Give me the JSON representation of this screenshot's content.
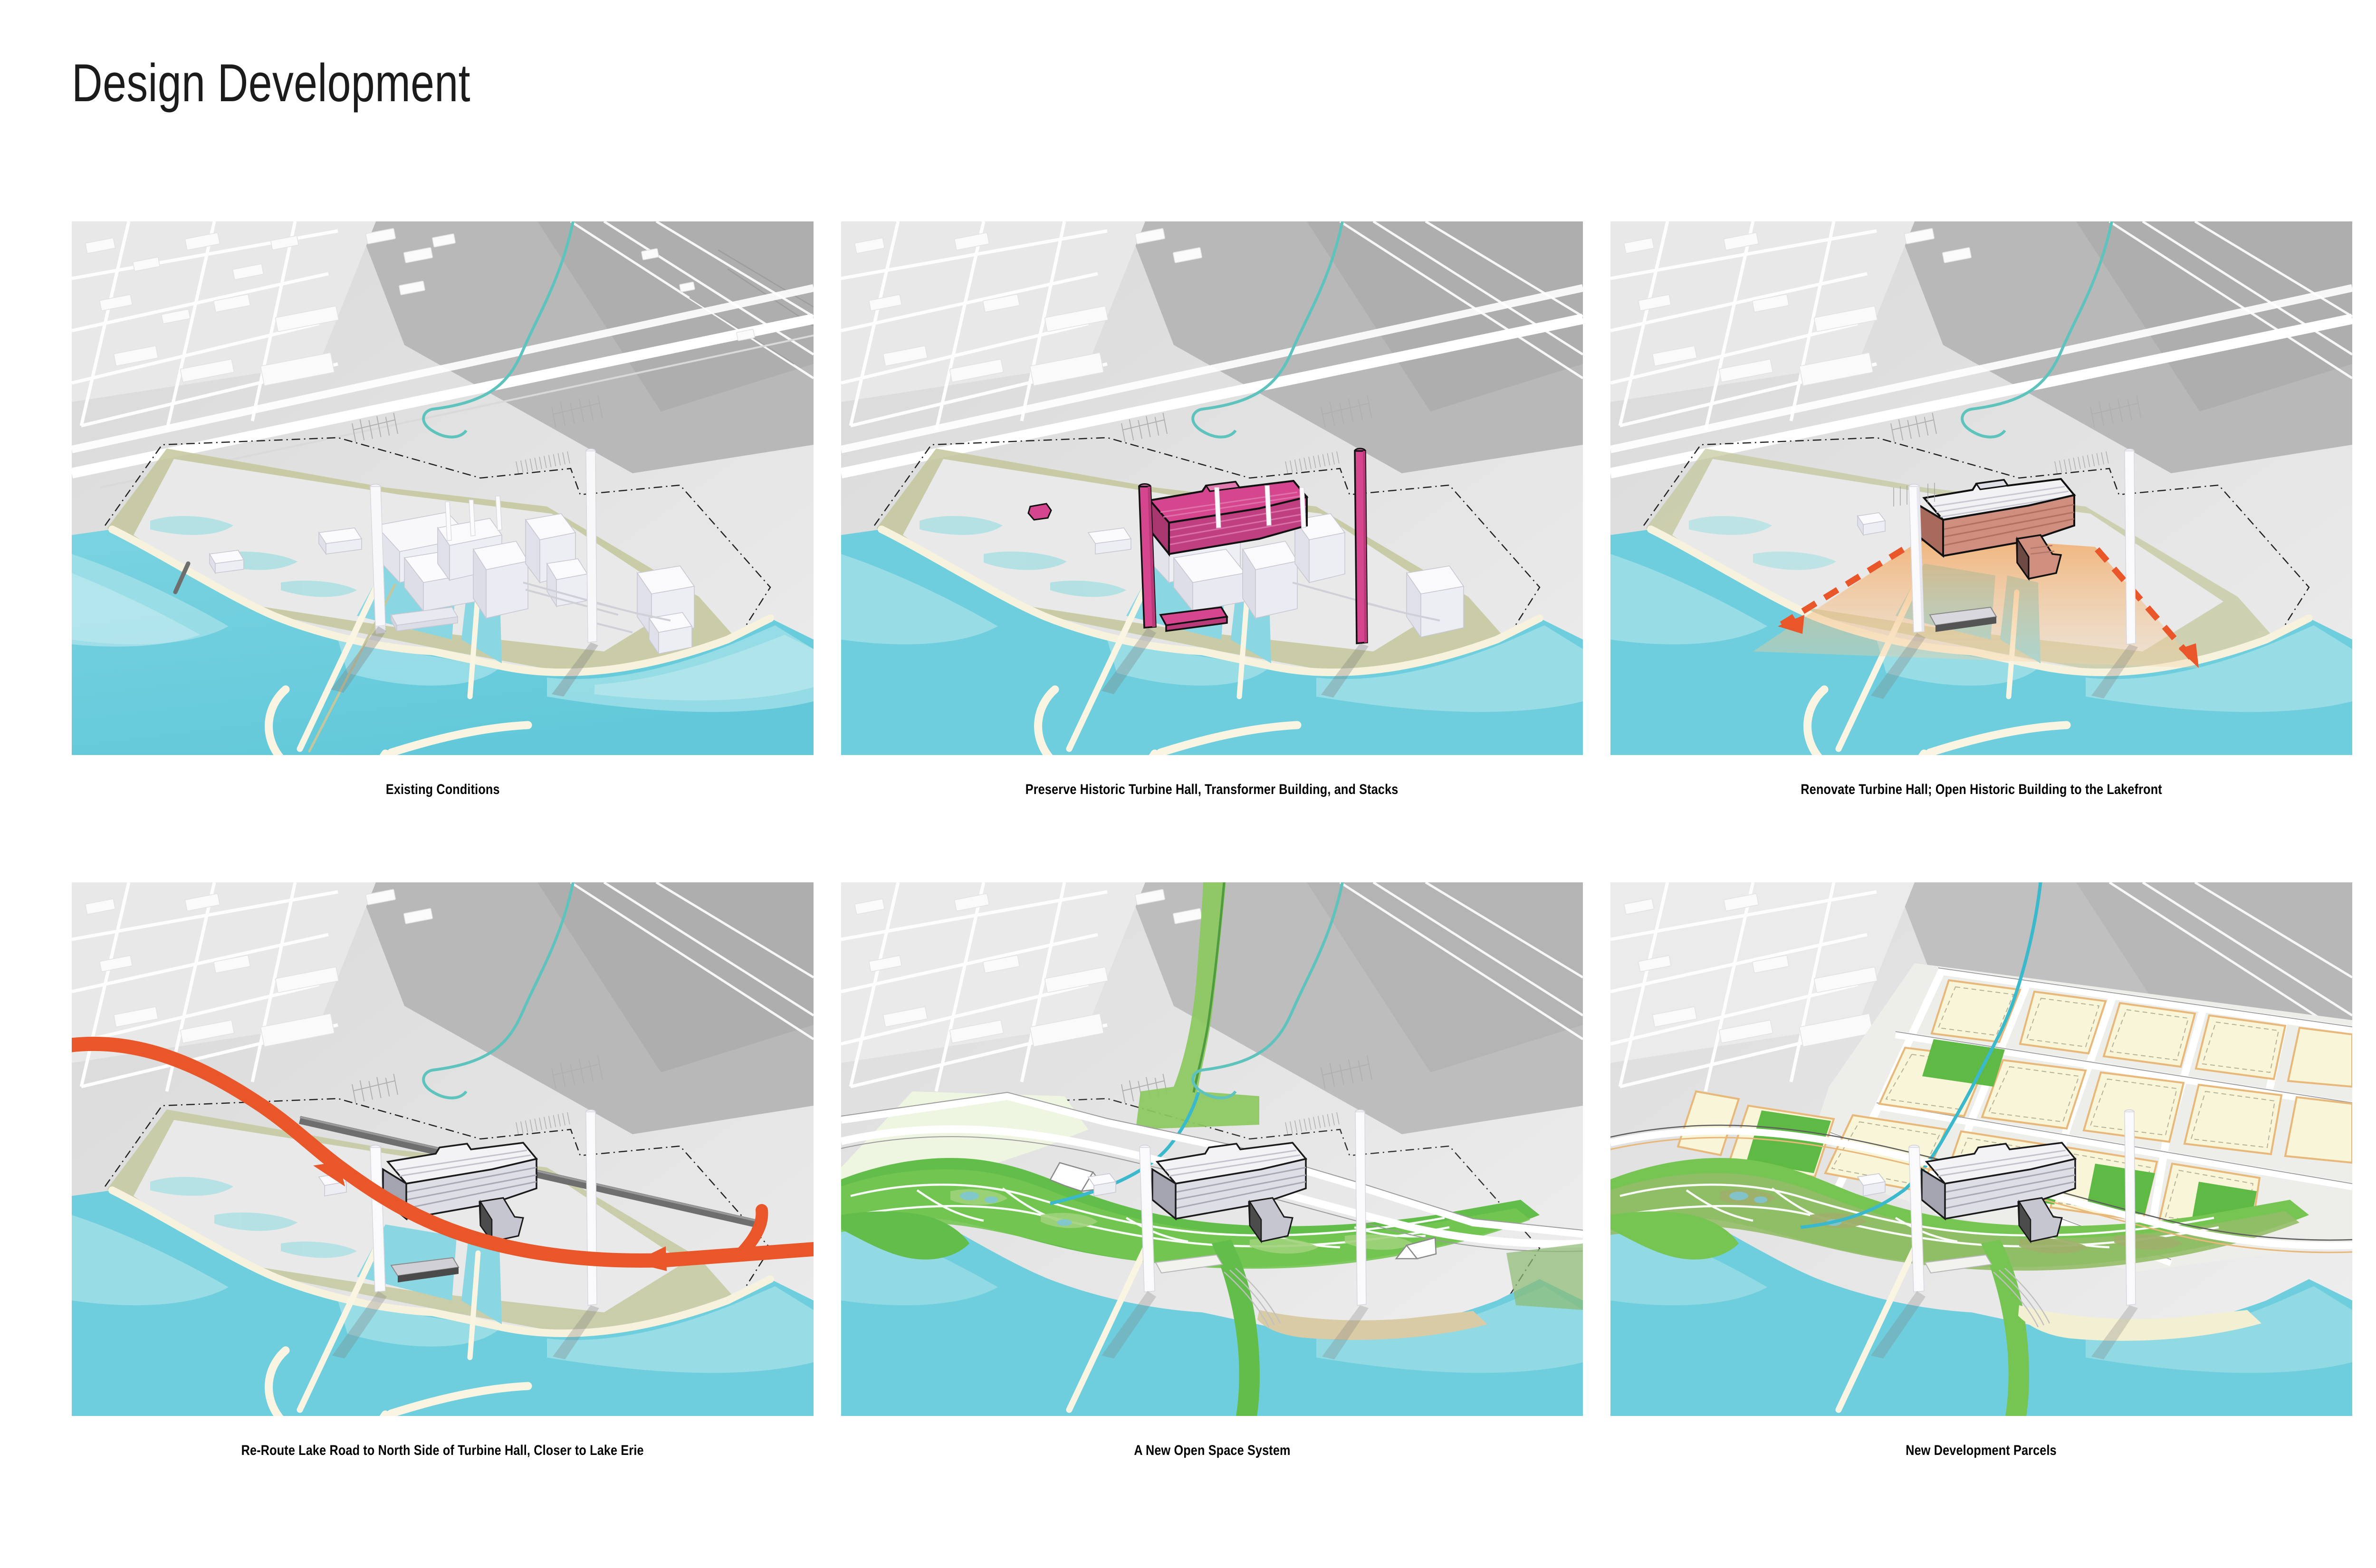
{
  "page": {
    "title": "Design Development",
    "background_color": "#ffffff"
  },
  "palette": {
    "water": "#6ecedd",
    "water_shallow": "#a5e0e8",
    "water_deep": "#5cc5d6",
    "sand": "#f5efd7",
    "breakwater": "#faf5e3",
    "ground_gray": "#ededed",
    "aerial_gray": "#c9c9c9",
    "aerial_dark": "#b3b3b3",
    "building_white": "#f6f6f8",
    "building_shade": "#dcdce4",
    "olive": "#c3c79a",
    "teal_creek": "#5fc3bd",
    "highlight_pink": "#d6468f",
    "highlight_pink_dark": "#b93a79",
    "demo_orange": "#f0a35e",
    "demo_orange_fill": "#f5c089",
    "arrow_red": "#e8562a",
    "brick": "#c98878",
    "brick_dark": "#a86a5c",
    "road_gray": "#6e6e6e",
    "green_park": "#62bd4a",
    "green_mid": "#8cc95f",
    "green_dark": "#4f9b3f",
    "green_olive": "#9eb06a",
    "parcel_cream": "#f8f5d8",
    "parcel_outline": "#e8b87a",
    "outline_black": "#1a1a1a"
  },
  "panels": [
    {
      "id": "existing-conditions",
      "index": 1,
      "caption": "Existing Conditions",
      "scheme": "base",
      "annotations": []
    },
    {
      "id": "preserve-historic",
      "index": 2,
      "caption": "Preserve Historic Turbine Hall, Transformer Building, and Stacks",
      "scheme": "pink-highlight",
      "annotations": [
        "turbine-hall",
        "west-stack",
        "east-stack",
        "transformer-building",
        "small-pink-block"
      ]
    },
    {
      "id": "renovate-turbine-hall",
      "index": 3,
      "caption": "Renovate Turbine Hall; Open Historic Building to the Lakefront",
      "scheme": "orange-view-fan",
      "annotations": [
        "view-fan",
        "dashed-arrow-west",
        "dashed-arrow-east",
        "renovated-hall"
      ]
    },
    {
      "id": "re-route-lake-road",
      "index": 4,
      "caption": "Re-Route Lake Road to North Side of Turbine Hall, Closer to Lake Erie",
      "scheme": "road-reroute",
      "annotations": [
        "red-road-curve",
        "arrowhead-west",
        "arrowhead-east",
        "rail-corridor"
      ]
    },
    {
      "id": "new-open-space",
      "index": 5,
      "caption": "A New Open Space System",
      "scheme": "open-space",
      "annotations": [
        "green-corridor",
        "north-green-spur",
        "white-arrow-west",
        "white-arrow-east",
        "restored-creek"
      ]
    },
    {
      "id": "new-development-parcels",
      "index": 6,
      "caption": "New Development Parcels",
      "scheme": "parcels",
      "annotations": [
        "development-parcels",
        "street-grid",
        "green-corridor"
      ]
    }
  ]
}
